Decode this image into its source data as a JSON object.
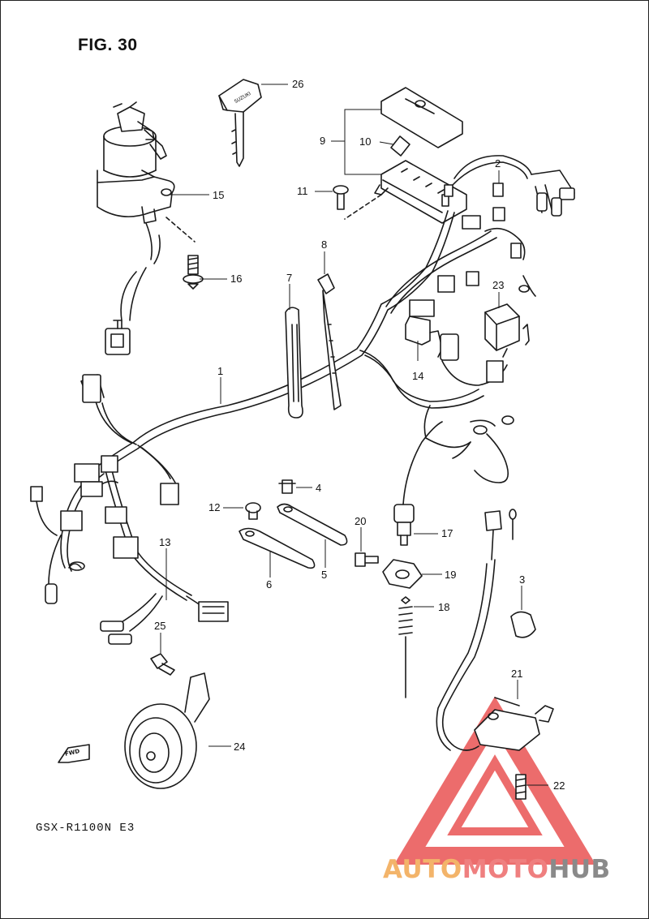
{
  "figure": {
    "title": "FIG. 30",
    "model": "GSX-R1100N E3"
  },
  "callouts": [
    {
      "id": "c1",
      "text": "1"
    },
    {
      "id": "c2",
      "text": "2"
    },
    {
      "id": "c3",
      "text": "3"
    },
    {
      "id": "c4",
      "text": "4"
    },
    {
      "id": "c5",
      "text": "5"
    },
    {
      "id": "c6",
      "text": "6"
    },
    {
      "id": "c7",
      "text": "7"
    },
    {
      "id": "c8",
      "text": "8"
    },
    {
      "id": "c9",
      "text": "9"
    },
    {
      "id": "c10",
      "text": "10"
    },
    {
      "id": "c11",
      "text": "11"
    },
    {
      "id": "c12",
      "text": "12"
    },
    {
      "id": "c13",
      "text": "13"
    },
    {
      "id": "c14",
      "text": "14"
    },
    {
      "id": "c15",
      "text": "15"
    },
    {
      "id": "c16",
      "text": "16"
    },
    {
      "id": "c17",
      "text": "17"
    },
    {
      "id": "c18",
      "text": "18"
    },
    {
      "id": "c19",
      "text": "19"
    },
    {
      "id": "c20",
      "text": "20"
    },
    {
      "id": "c21",
      "text": "21"
    },
    {
      "id": "c22",
      "text": "22"
    },
    {
      "id": "c23",
      "text": "23"
    },
    {
      "id": "c24",
      "text": "24"
    },
    {
      "id": "c25",
      "text": "25"
    },
    {
      "id": "c26",
      "text": "26"
    }
  ],
  "fwd_arrow": {
    "text": "FWD"
  },
  "key_brand": {
    "text": "SUZUKI"
  },
  "watermark": {
    "part1": "AUTO",
    "part2": "MOTO",
    "part3": "HUB"
  },
  "colors": {
    "line": "#1a1a1a",
    "watermark_red": "#e63b3b",
    "watermark_orange": "#f3b46a",
    "watermark_gray": "#8a8a8a"
  }
}
